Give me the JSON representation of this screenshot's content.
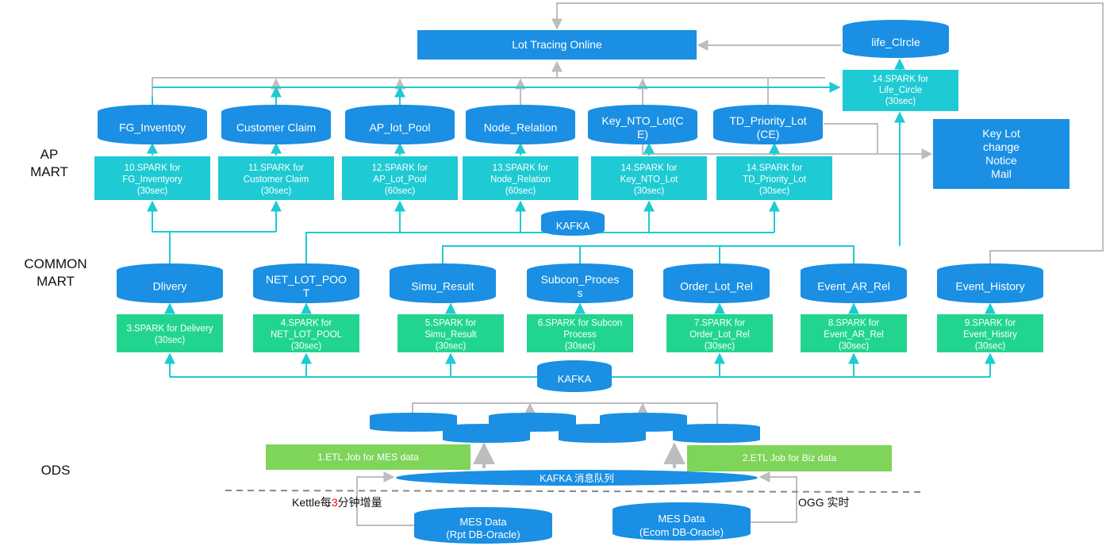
{
  "layers": {
    "ap": [
      "AP",
      "MART"
    ],
    "common": [
      "COMMON",
      "MART"
    ],
    "ods": "ODS"
  },
  "top": {
    "lot_tracing": "Lot Tracing Online",
    "life_circle": "life_Clrcle",
    "life_spark": [
      "14.SPARK for",
      "Life_Circle",
      "(30sec)"
    ],
    "key_lot": [
      "Key Lot",
      "change",
      "Notice",
      "Mail"
    ]
  },
  "ap_tables": [
    {
      "lines": [
        "FG_Inventoty"
      ]
    },
    {
      "lines": [
        "Customer Claim"
      ]
    },
    {
      "lines": [
        "AP_lot_Pool"
      ]
    },
    {
      "lines": [
        "Node_Relation"
      ]
    },
    {
      "lines": [
        "Key_NTO_Lot(C",
        "E)"
      ]
    },
    {
      "lines": [
        "TD_Priority_Lot",
        "(CE)"
      ]
    }
  ],
  "ap_sparks": [
    {
      "lines": [
        "10.SPARK for",
        "FG_Inventyory",
        "(30sec)"
      ]
    },
    {
      "lines": [
        "11.SPARK for",
        "Customer Claim",
        "(30sec)"
      ]
    },
    {
      "lines": [
        "12.SPARK for",
        "AP_Lot_Pool",
        "(60sec)"
      ]
    },
    {
      "lines": [
        "13.SPARK for",
        "Node_Relation",
        "(60sec)"
      ]
    },
    {
      "lines": [
        "14.SPARK for",
        "Key_NTO_Lot",
        "(30sec)"
      ]
    },
    {
      "lines": [
        "14.SPARK for",
        "TD_Priority_Lot",
        "(30sec)"
      ]
    }
  ],
  "kafka_ap": "KAFKA",
  "common_tables": [
    {
      "lines": [
        "Dlivery"
      ]
    },
    {
      "lines": [
        "NET_LOT_POO",
        "T"
      ]
    },
    {
      "lines": [
        "Simu_Result"
      ]
    },
    {
      "lines": [
        "Subcon_Proces",
        "s"
      ]
    },
    {
      "lines": [
        "Order_Lot_Rel"
      ]
    },
    {
      "lines": [
        "Event_AR_Rel"
      ]
    },
    {
      "lines": [
        "Event_History"
      ]
    }
  ],
  "common_sparks": [
    {
      "lines": [
        "3.SPARK for Delivery",
        "(30sec)"
      ]
    },
    {
      "lines": [
        "4.SPARK for",
        "NET_LOT_POOL",
        "(30sec)"
      ]
    },
    {
      "lines": [
        "5.SPARK for",
        "Simu_Result",
        "(30sec)"
      ]
    },
    {
      "lines": [
        "6.SPARK for Subcon",
        "Process",
        "(30sec)"
      ]
    },
    {
      "lines": [
        "7.SPARK for",
        "Order_Lot_Rel",
        "(30sec)"
      ]
    },
    {
      "lines": [
        "8.SPARK for",
        "Event_AR_Rel",
        "(30sec)"
      ]
    },
    {
      "lines": [
        "9.SPARK for",
        "Event_Histiry",
        "(30sec)"
      ]
    }
  ],
  "kafka_common": "KAFKA",
  "ods": {
    "etl_mes": "1.ETL Job for MES data",
    "etl_biz": "2.ETL Job for Biz data",
    "kafka_queue": "KAFKA 消息队列",
    "kettle_prefix": "Kettle每",
    "kettle_num": "3",
    "kettle_suffix": "分钟增量",
    "ogg": "OGG 实时",
    "mes_rpt": [
      "MES Data",
      "(Rpt DB-Oracle)"
    ],
    "mes_ecom": [
      "MES Data",
      "(Ecom DB-Oracle)"
    ]
  },
  "colors": {
    "blue": "#1a8fe3",
    "teal": "#1ecad3",
    "green": "#22d58e",
    "light_green": "#7fd45a",
    "teal_line": "#1ecad3",
    "gray_line": "#bdbdbd",
    "red_accent": "#ff0000"
  }
}
